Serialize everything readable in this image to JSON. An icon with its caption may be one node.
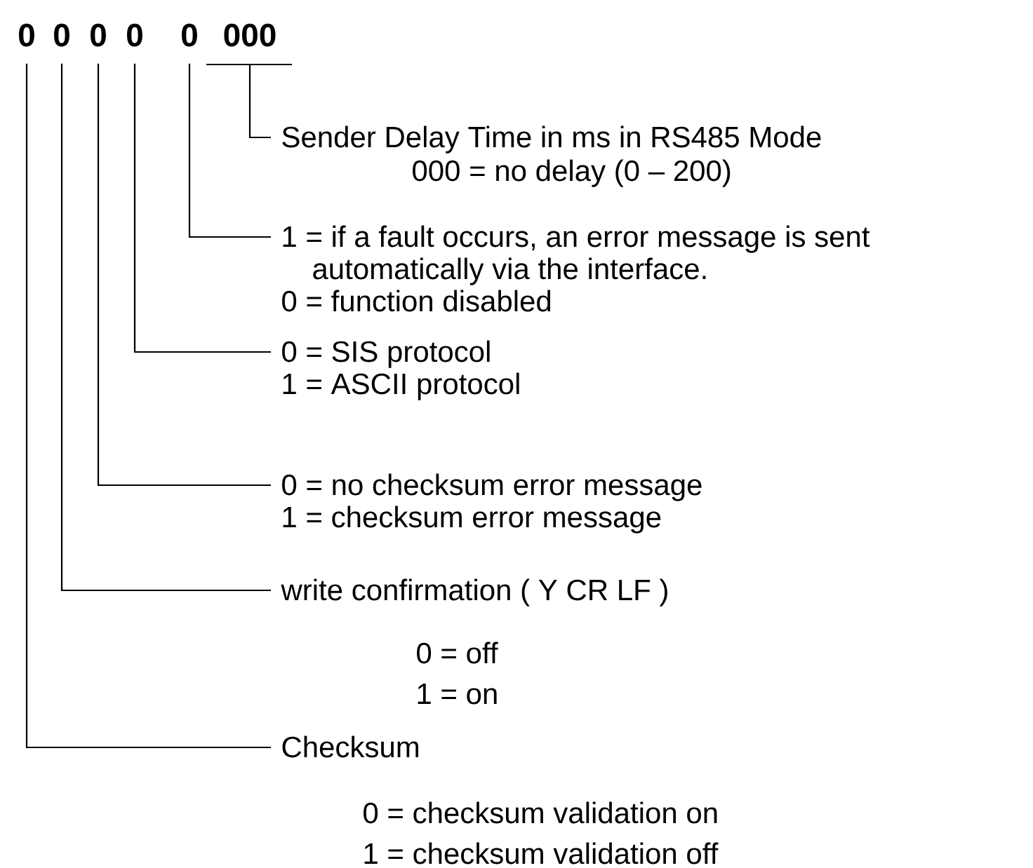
{
  "diagram": {
    "nodes": [
      {
        "text": [
          "0"
        ]
      },
      {
        "text": [
          "0"
        ]
      },
      {
        "text": [
          "0"
        ]
      },
      {
        "text": [
          "0"
        ]
      },
      {
        "text": [
          "0"
        ]
      },
      {
        "text": [
          "000"
        ]
      },
      {
        "text": [
          "Sender Delay Time in ms in RS485 Mode",
          "000 = no delay (0 – 200)"
        ]
      },
      {
        "text": [
          "1 = if a fault occurs, an error message is sent automatically via the interface.",
          "0 =  function disabled"
        ]
      },
      {
        "text": [
          "0 =  SIS protocol",
          "1 =  ASCII protocol"
        ]
      },
      {
        "text": [
          "0 = no checksum error message",
          "1 = checksum error message"
        ]
      },
      {
        "text": [
          "write confirmation ( Y CR LF )",
          "0 =  off",
          "1 =  on"
        ]
      },
      {
        "text": [
          "Checksum",
          "0 = checksum validation on",
          "1 = checksum validation off"
        ]
      }
    ],
    "edges": [
      {
        "from": 5,
        "to": 6,
        "arrow": "none"
      },
      {
        "from": 4,
        "to": 7,
        "arrow": "none"
      },
      {
        "from": 3,
        "to": 8,
        "arrow": "none"
      },
      {
        "from": 2,
        "to": 9,
        "arrow": "none"
      },
      {
        "from": 1,
        "to": 10,
        "arrow": "none"
      },
      {
        "from": 0,
        "to": 11,
        "arrow": "none"
      }
    ]
  }
}
